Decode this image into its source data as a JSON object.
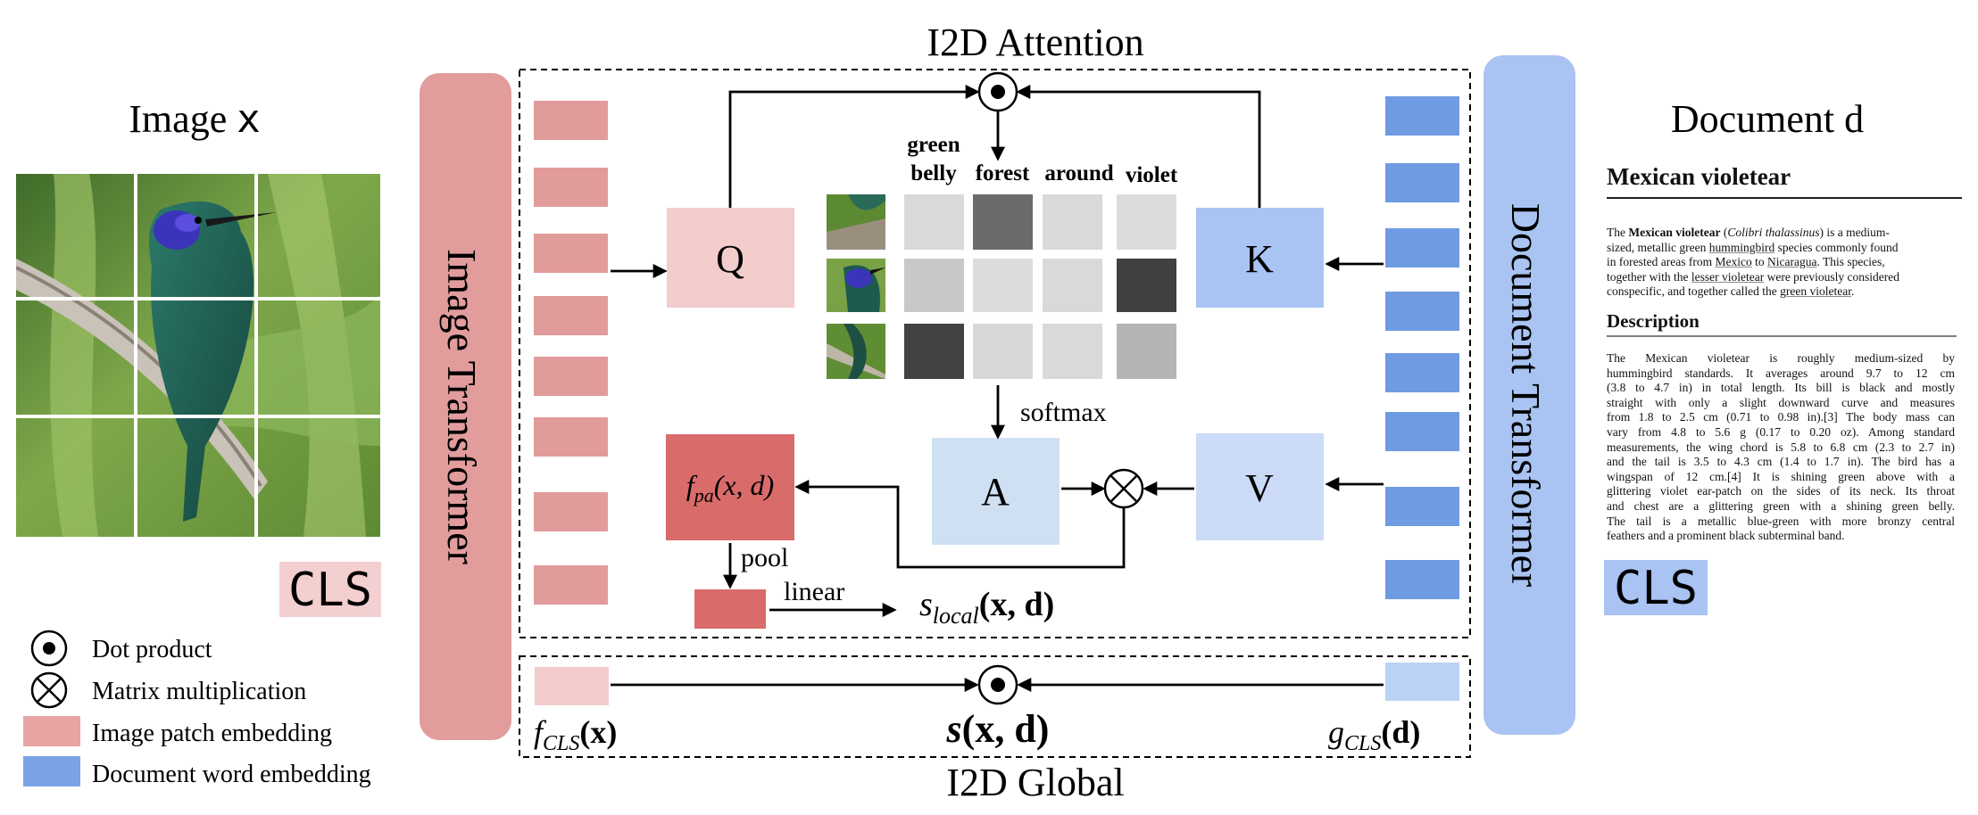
{
  "titles": {
    "attention": "I2D Attention",
    "global": "I2D Global",
    "image": "Image",
    "image_var": "x",
    "document": "Document",
    "document_var": "d"
  },
  "encoders": {
    "image": "Image Transformer",
    "document": "Document Transformer"
  },
  "cls": {
    "image": "CLS",
    "document": "CLS"
  },
  "attention": {
    "q": "Q",
    "k": "K",
    "v": "V",
    "a": "A",
    "softmax": "softmax",
    "pool": "pool",
    "linear": "linear",
    "words": [
      "green belly",
      "forest",
      "around",
      "violet"
    ],
    "matrix_shades": [
      [
        "#d9d9d9",
        "#6b6b6b",
        "#d9d9d9",
        "#dcdcdc"
      ],
      [
        "#c8c8c8",
        "#dcdcdc",
        "#d9d9d9",
        "#404040"
      ],
      [
        "#424242",
        "#d8d8d8",
        "#d9d9d9",
        "#b4b4b4"
      ]
    ]
  },
  "formulas": {
    "fpa": {
      "f": "f",
      "sub": "pa",
      "args": "(x, d)"
    },
    "slocal": {
      "s": "s",
      "sub": "local",
      "args": "(x, d)"
    },
    "fcls": {
      "f": "f",
      "sub": "CLS",
      "args": "(x)"
    },
    "gcls": {
      "g": "g",
      "sub": "CLS",
      "args": "(d)"
    },
    "sglobal": {
      "s": "s",
      "args": "(x, d)"
    }
  },
  "legend": [
    {
      "icon": "dot-product-icon",
      "label": "Dot product"
    },
    {
      "icon": "matrix-multiplication-icon",
      "label": "Matrix multiplication"
    },
    {
      "icon": "image-patch-swatch",
      "label": "Image patch embedding",
      "color": "#e8a3a3"
    },
    {
      "icon": "document-word-swatch",
      "label": "Document word embedding",
      "color": "#7aa2e6"
    }
  ],
  "colors": {
    "image_embed": "#e29b9b",
    "image_encoder": "#e29c9c",
    "doc_embed": "#6f9be3",
    "doc_encoder": "#a9c3f2",
    "q_box": "#f3cccc",
    "k_box": "#a9c3f2",
    "v_box": "#cbdaf7",
    "a_box": "#cfe0f3",
    "fpa_box": "#d96b6b",
    "pool_box": "#d96b6b",
    "fcls_box": "#f2cccc",
    "gcls_box": "#bcd2f5",
    "image_cls_bg": "#f3cfcf",
    "doc_cls_bg": "#a9c3f2"
  },
  "document": {
    "heading": "Mexican violetear",
    "p1_lines": [
      [
        "The ",
        "Mexican violetear",
        " (",
        "Colibri thalassinus",
        ") is a medium-"
      ],
      [
        "sized, metallic green ",
        "hummingbird",
        " species commonly found"
      ],
      [
        "in forested areas from ",
        "Mexico",
        " to ",
        "Nicaragua",
        ". This species,"
      ],
      [
        "together with the ",
        "lesser violetear",
        " were previously considered"
      ],
      [
        "conspecific, and together called the ",
        "green violetear",
        "."
      ]
    ],
    "section": "Description",
    "p2": [
      "The Mexican violetear is roughly medium-sized by",
      "hummingbird standards. It averages around 9.7 to 12 cm",
      "(3.8 to 4.7 in) in total length. Its bill is black and mostly",
      "straight with only a slight downward curve and measures",
      "from 1.8 to 2.5 cm (0.71 to 0.98 in).[3] The body mass can",
      "vary from 4.8 to 5.6 g (0.17 to 0.20 oz). Among standard",
      "measurements, the wing chord is 5.8 to 6.8 cm (2.3 to 2.7 in)",
      "and the tail is 3.5 to 4.3 cm (1.4 to 1.7 in). The bird has a",
      "wingspan of 12 cm.[4] It is shining green above with a",
      "glittering violet ear-patch on the sides of its neck. Its throat",
      "and chest are a glittering green with a shining green belly.",
      "The tail is a metallic blue-green with more bronzy central",
      "feathers and a prominent black subterminal band."
    ]
  }
}
